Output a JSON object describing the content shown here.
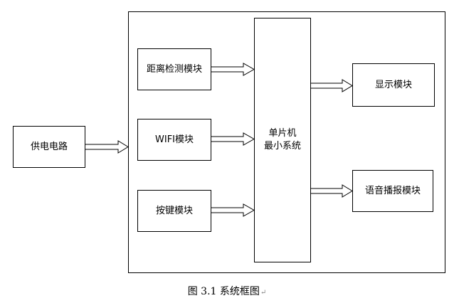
{
  "diagram": {
    "caption": "图 3.1 系统框图",
    "caption_mark": "↵",
    "nodes": {
      "power": "供电电路",
      "distance": "距离检测模块",
      "wifi": "WIFI模块",
      "keys": "按键模块",
      "mcu_line1": "单片机",
      "mcu_line2": "最小系统",
      "display": "显示模块",
      "voice": "语音播报模块"
    },
    "edges": [
      {
        "from": "power",
        "to": "system"
      },
      {
        "from": "distance",
        "to": "mcu"
      },
      {
        "from": "wifi",
        "to": "mcu"
      },
      {
        "from": "keys",
        "to": "mcu"
      },
      {
        "from": "mcu",
        "to": "display"
      },
      {
        "from": "mcu",
        "to": "voice"
      }
    ]
  }
}
